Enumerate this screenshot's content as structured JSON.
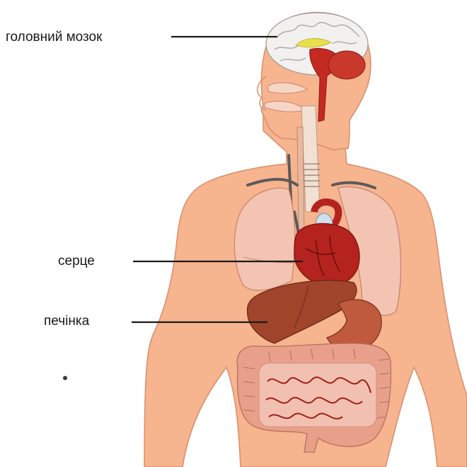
{
  "labels": {
    "brain": "головний мозок",
    "heart": "серце",
    "liver": "печінка"
  },
  "colors": {
    "skin": "#f6b48f",
    "skin_outline": "#d98e6a",
    "lungs": "#f4c4b2",
    "heart": "#b4231e",
    "liver": "#a0452c",
    "stomach": "#c05a3c",
    "intestine": "#e9a08a",
    "brain": "#f3f1ef",
    "brainstem": "#c52a22",
    "trachea": "#f2e0d2",
    "vessel": "#5a5a5a"
  }
}
